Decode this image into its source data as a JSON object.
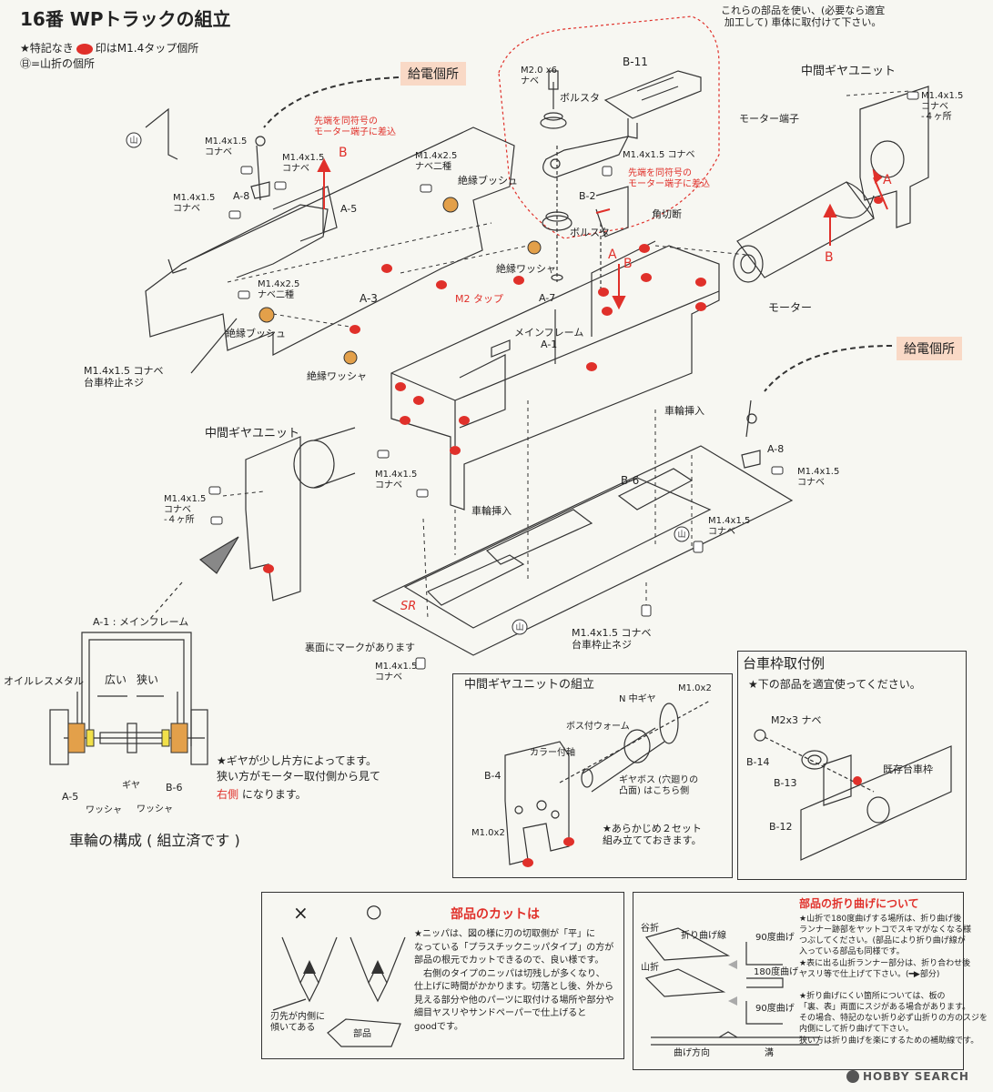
{
  "title": "16番 WPトラックの組立",
  "legend": {
    "tap_note_prefix": "★特記なき",
    "tap_note_suffix": "印はM1.4タップ個所",
    "fold_note": "㊐=山折の個所"
  },
  "feed_labels": [
    "給電個所",
    "給電個所"
  ],
  "top_note": "これらの部品を使い、(必要なら適宜\n加工して) 車体に取付けて下さい。",
  "parts": {
    "b11": "B-11",
    "m20": "M2.0 x6\nナベ",
    "bolster_top": "ボルスタ",
    "bolster_mid": "ボルスタ",
    "b2": "B-2",
    "m14_b2": "M1.4x1.5 コナベ",
    "motor_terminal_red": "先端を同符号の\nモーター端子に差込",
    "motor_terminal_red2": "先端を同符号の\nモーター端子に差込",
    "corner_cut": "角切断",
    "mid_gear_top": "中間ギヤユニット",
    "m14_4": "M1.4x1.5\nコナベ\n-４ヶ所",
    "motor_terminal": "モーター端子",
    "motor": "モーター",
    "a8_top": "A-8",
    "m14_a": "M1.4x1.5\nコナベ",
    "m14_b": "M1.4x1.5\nコナベ",
    "m14_c": "M1.4x1.5\nコナベ",
    "a5": "A-5",
    "m14x25_a": "M1.4x2.5\nナベ二種",
    "insul_bush_a": "絶縁ブッシュ",
    "insul_washer_a": "絶縁ワッシャ",
    "a3": "A-3",
    "m14x25_b": "M1.4x2.5\nナベ二種",
    "insul_bush_b": "絶縁ブッシュ",
    "insul_washer_b": "絶縁ワッシャ",
    "m2tap": "M2 タップ",
    "a7": "A-7",
    "main_frame": "メインフレーム\nA-1",
    "truck_screw_a": "M1.4x1.5 コナベ\n台車枠止ネジ",
    "wheel_insert_a": "車輪挿入",
    "wheel_insert_b": "車輪挿入",
    "a8_bot": "A-8",
    "m14_d": "M1.4x1.5\nコナベ",
    "mid_gear_bot": "中間ギヤユニット",
    "m14_4b": "M1.4x1.5\nコナベ\n-４ヶ所",
    "m14_e": "M1.4x1.5\nコナベ",
    "b6": "B-6",
    "m14_f": "M1.4x1.5\nコナベ",
    "mark_back": "裏面にマークがあります",
    "m14_g": "M1.4x1.5\nコナベ",
    "truck_screw_b": "M1.4x1.5 コナベ\n台車枠止ネジ",
    "label_A1": "A",
    "label_A2": "A",
    "label_B1": "B",
    "label_B2": "B",
    "label_B3": "B"
  },
  "wheel": {
    "frame_label": "A-1 : メインフレーム",
    "oilless": "オイルレスメタル",
    "wide": "広い",
    "narrow": "狭い",
    "a5": "A-5",
    "washer1": "ワッシャ",
    "gear": "ギヤ",
    "washer2": "ワッシャ",
    "b6": "B-6",
    "note1": "★ギヤが少し片方によってます。",
    "note2": "狭い方がモーター取付側から見て",
    "note3_red": "右側",
    "note3_rest": " になります。",
    "caption": "車輪の構成 ( 組立済です )"
  },
  "gear_unit": {
    "title": "中間ギヤユニットの組立",
    "n_gear": "N 中ギヤ",
    "m10_top": "M1.0x2",
    "boss_worm": "ボス付ウォーム",
    "collar_shaft": "カラー付軸",
    "b4": "B-4",
    "gear_box": "ギヤボス (穴廻りの\n凸面) はこちら側",
    "m10_bot": "M1.0x2",
    "note": "★あらかじめ２セット\n組み立てておきます。"
  },
  "truck_frame": {
    "title": "台車枠取付例",
    "subtitle": "★下の部品を適宜使ってください。",
    "screw": "M2x3 ナベ",
    "b14": "B-14",
    "b13": "B-13",
    "b12": "B-12",
    "existing": "既存台車枠"
  },
  "cut_box": {
    "title": "部品のカットは",
    "x_mark": "×",
    "o_mark": "○",
    "blade_note": "刃先が内側に\n傾いてある",
    "part": "部品",
    "body": "★ニッパは、図の様に刃の切取側が「平」に\nなっている「プラスチックニッパタイプ」の方が\n部品の根元でカットできるので、良い様です。\n　右側のタイプのニッパは切残しが多くなり、\n仕上げに時間がかかります。切落とし後、外から\n見える部分や他のパーツに取付ける場所や部分や\n細目ヤスリやサンドペーパーで仕上げると\ngoodです。"
  },
  "bend_box": {
    "title": "部品の折り曲げについて",
    "valley": "谷折",
    "mountain": "山折",
    "bend_line": "折り曲げ線",
    "deg90a": "90度曲げ",
    "deg180": "180度曲げ",
    "deg90b": "90度曲げ",
    "bend_dir": "曲げ方向",
    "groove": "溝",
    "body": "★山折で180度曲げする場所は、折り曲げ後\nランナー跡部をヤットコでスキマがなくなる様\nつぶしてください。(部品により折り曲げ線が\n入っている部品も同様です。\n★表に出る山折ランナー部分は、折り合わせ後\nヤスリ等で仕上げて下さい。(━▶部分)\n\n★折り曲げにくい箇所については、板の\n「裏、表」両面にスジがある場合があります。\nその場合、特記のない折り必ず山折りの方のスジを\n内側にして折り曲げて下さい。\n狭い方は折り曲げを楽にするための補助線です。"
  },
  "watermark": "HOBBY SEARCH",
  "colors": {
    "red": "#e0302a",
    "orange": "#e3a04a",
    "feed_bg": "#f9d9c6",
    "line": "#333333"
  }
}
